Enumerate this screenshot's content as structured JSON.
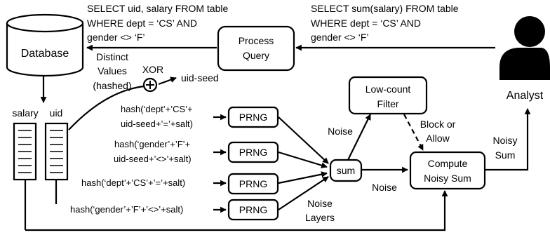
{
  "query_left": [
    "SELECT uid, salary FROM table",
    "WHERE dept = ‘CS’ AND",
    "gender <> ‘F’"
  ],
  "query_right": [
    "SELECT sum(salary) FROM table",
    "WHERE dept = ‘CS’ AND",
    "gender <> ‘F’"
  ],
  "database_label": "Database",
  "process_query": [
    "Process",
    "Query"
  ],
  "analyst_label": "Analyst",
  "distinct_values": [
    "Distinct",
    "Values",
    "(hashed)"
  ],
  "xor_label": "XOR",
  "uid_seed_label": "uid-seed",
  "salary_col_label": "salary",
  "uid_col_label": "uid",
  "hashes": [
    [
      "hash(‘dept’+’CS’+",
      "uid-seed+’=’+salt)"
    ],
    [
      "hash(‘gender’+’F’+",
      "uid-seed+’<>’+salt)"
    ],
    [
      "hash(‘dept’+’CS’+’=’+salt)"
    ],
    [
      "hash(‘gender’+’F’+’<>’+salt)"
    ]
  ],
  "prng_label": "PRNG",
  "sum_label": "sum",
  "noise_label": "Noise",
  "noise_label_2": "Noise",
  "noise_layers": [
    "Noise",
    "Layers"
  ],
  "low_count_filter": [
    "Low-count",
    "Filter"
  ],
  "block_or_allow": [
    "Block or",
    "Allow"
  ],
  "compute_noisy_sum": [
    "Compute",
    "Noisy Sum"
  ],
  "noisy_sum": [
    "Noisy",
    "Sum"
  ]
}
